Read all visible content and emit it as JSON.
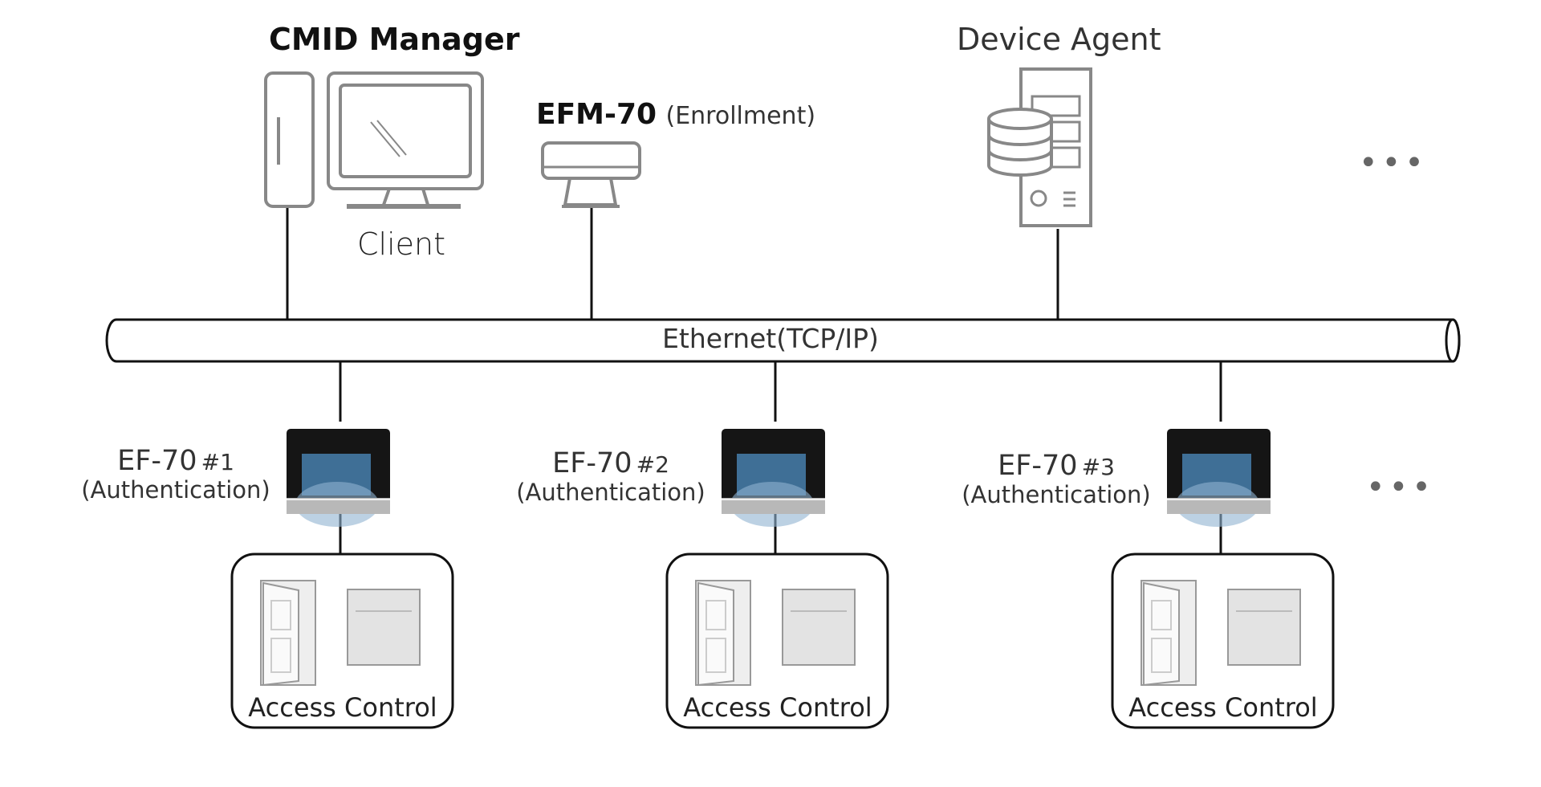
{
  "manager": {
    "title": "CMID Manager",
    "client_label": "Client"
  },
  "enrollment": {
    "model": "EFM-70",
    "role": "(Enrollment)"
  },
  "agent": {
    "title": "Device Agent"
  },
  "network": {
    "label": "Ethernet(TCP/IP)"
  },
  "more_top": "•••",
  "more_bottom": "•••",
  "terminals": [
    {
      "name": "EF-70",
      "number": "#1",
      "role": "(Authentication)",
      "unit_label": "Access Control"
    },
    {
      "name": "EF-70",
      "number": "#2",
      "role": "(Authentication)",
      "unit_label": "Access Control"
    },
    {
      "name": "EF-70",
      "number": "#3",
      "role": "(Authentication)",
      "unit_label": "Access Control"
    }
  ]
}
